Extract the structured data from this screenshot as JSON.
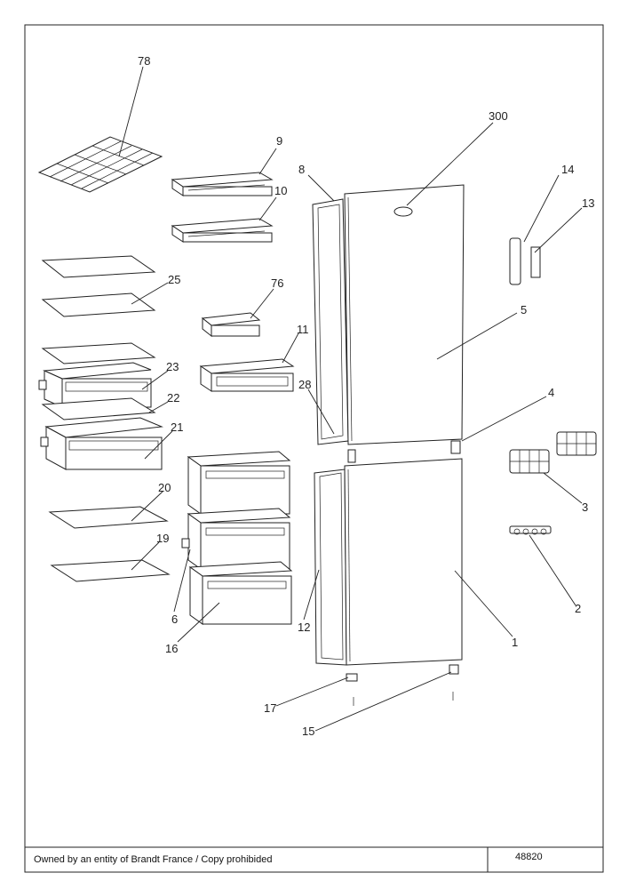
{
  "footer": {
    "ownership": "Owned by an entity of Brandt France / Copy prohibided",
    "doc_number": "48820"
  },
  "callouts": {
    "c78": "78",
    "c9": "9",
    "c10": "10",
    "c8": "8",
    "c300": "300",
    "c14": "14",
    "c13": "13",
    "c25": "25",
    "c76": "76",
    "c5": "5",
    "c11": "11",
    "c23": "23",
    "c28": "28",
    "c4": "4",
    "c22": "22",
    "c21": "21",
    "c3": "3",
    "c20": "20",
    "c19": "19",
    "c2": "2",
    "c6": "6",
    "c12": "12",
    "c1": "1",
    "c16": "16",
    "c17": "17",
    "c15": "15"
  }
}
